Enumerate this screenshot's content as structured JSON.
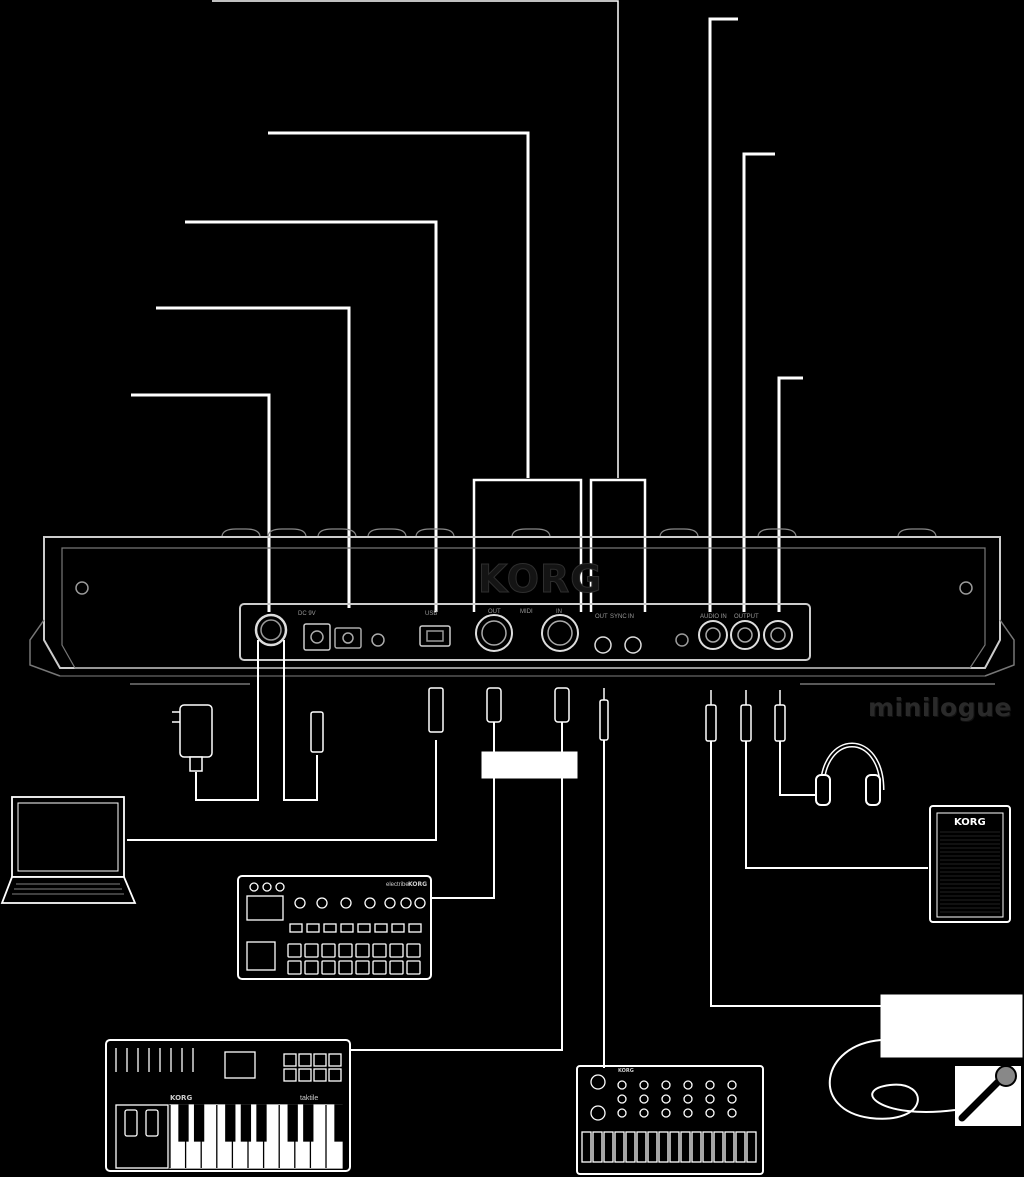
{
  "brand": {
    "product_name": "minilogue",
    "maker_logo": "KORG"
  },
  "panel_labels": {
    "dc_in": "DC 9V",
    "usb": "USB",
    "midi_out": "OUT",
    "midi": "MIDI",
    "midi_in": "IN",
    "sync_out": "OUT",
    "sync": "SYNC",
    "sync_in": "IN",
    "audio_in": "AUDIO IN",
    "output": "OUTPUT",
    "headphones_icon": "headphones-icon"
  },
  "devices": {
    "electribe_logo": "electribe",
    "electribe_maker": "KORG",
    "taktile_logo": "taktile",
    "taktile_maker": "KORG",
    "volca_maker": "KORG",
    "amp_logo": "KORG"
  },
  "colors": {
    "background": "#000000",
    "lines": "#ffffff",
    "panel_stroke": "#bfbfbf",
    "logo_dark": "#2a2a2a"
  }
}
